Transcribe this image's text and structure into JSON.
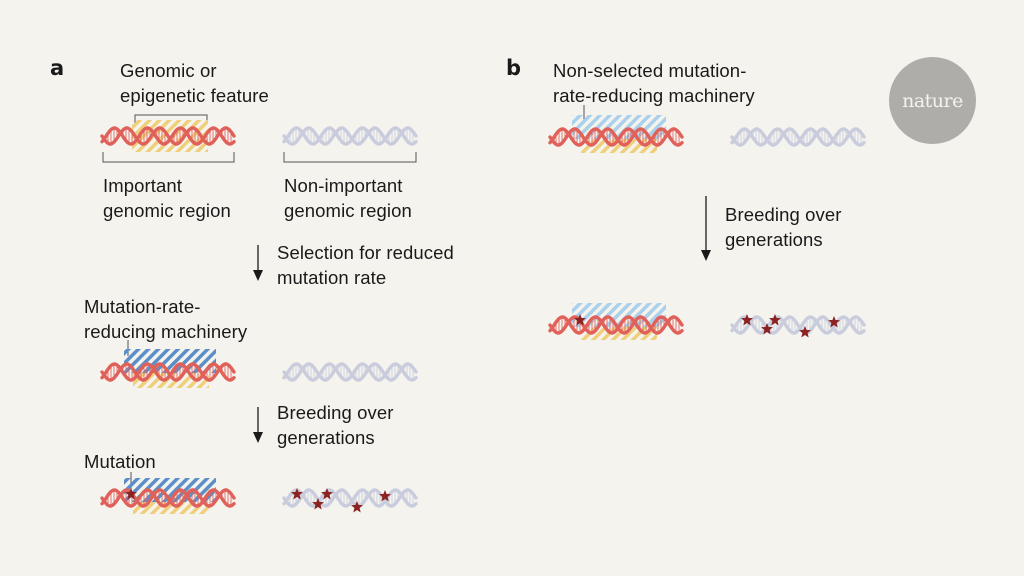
{
  "panels": {
    "a": {
      "label": "a",
      "feature_label": "Genomic or\nepigenetic feature",
      "important_region_label": "Important\ngenomic region",
      "nonimportant_region_label": "Non-important\ngenomic region",
      "step1_label": "Selection for reduced\nmutation rate",
      "machinery_label": "Mutation-rate-\nreducing machinery",
      "step2_label": "Breeding over\ngenerations",
      "mutation_label": "Mutation"
    },
    "b": {
      "label": "b",
      "machinery_label": "Non-selected mutation-\nrate-reducing machinery",
      "step_label": "Breeding over\ngenerations"
    }
  },
  "logo": {
    "text": "nature"
  },
  "colors": {
    "background": "#f5f3ee",
    "important_dna": "#e0605a",
    "nonimportant_dna": "#c9ccdc",
    "feature_hatch": "#f0cf7a",
    "machinery_selected": "#5b8fc9",
    "machinery_nonselected": "#a9d0ec",
    "mutation_star": "#8b2323",
    "logo_circle": "#aeadaa"
  }
}
